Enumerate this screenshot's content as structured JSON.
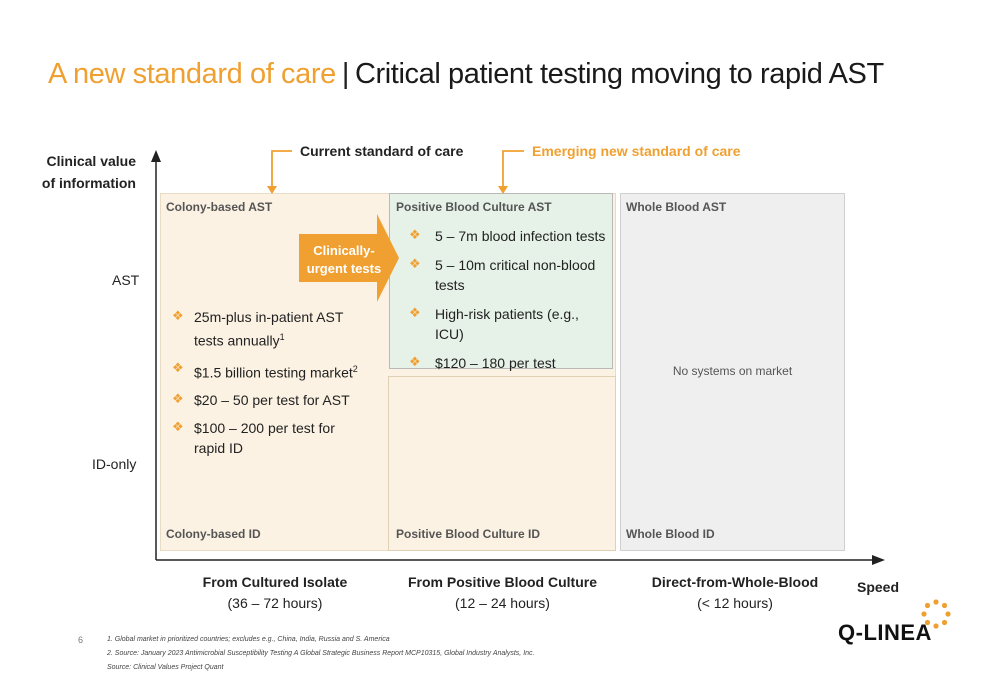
{
  "title": {
    "accent": "A new standard of care",
    "separator": "|",
    "main": "Critical patient testing moving to rapid AST"
  },
  "axes": {
    "y_label_line1": "Clinical value",
    "y_label_line2": "of information",
    "y_tick_ast": "AST",
    "y_tick_id": "ID-only",
    "x_label": "Speed"
  },
  "callouts": {
    "current": "Current standard of care",
    "emerging": "Emerging new standard of care"
  },
  "colony": {
    "label_top": "Colony-based AST",
    "label_bottom": "Colony-based ID",
    "bullets": [
      {
        "text": "25m-plus in-patient AST tests annually",
        "sup": "1"
      },
      {
        "text": "$1.5 billion testing market",
        "sup": "2"
      },
      {
        "text": "$20 – 50 per test for AST",
        "sup": ""
      },
      {
        "text": "$100 – 200 per test for rapid ID",
        "sup": ""
      }
    ]
  },
  "pbc": {
    "label_top": "Positive Blood Culture AST",
    "label_bottom": "Positive Blood Culture ID",
    "bullets": [
      "5 – 7m blood infection tests",
      "5 – 10m critical non-blood tests",
      "High-risk patients (e.g., ICU)",
      "$120 – 180 per test"
    ]
  },
  "whole_blood": {
    "label_top": "Whole Blood AST",
    "label_bottom": "Whole Blood ID",
    "center_text": "No systems on market"
  },
  "urgent": {
    "line1": "Clinically-",
    "line2": "urgent tests"
  },
  "x_categories": [
    {
      "name": "From Cultured Isolate",
      "time": "(36 – 72 hours)"
    },
    {
      "name": "From Positive Blood Culture",
      "time": "(12 – 24 hours)"
    },
    {
      "name": "Direct-from-Whole-Blood",
      "time": "(< 12 hours)"
    }
  ],
  "footer": {
    "page_number": "6",
    "note1": "1. Global market in prioritized countries; excludes e.g., China, India, Russia and S. America",
    "note2": "2. Source: January 2023 Antimicrobial Susceptibility Testing A Global Strategic Business Report MCP10315, Global Industry Analysts, Inc.",
    "note3": "Source: Clinical Values Project Quant",
    "logo": "Q-LINEA"
  },
  "colors": {
    "accent": "#f0a030",
    "colony_fill": "#fbf2e3",
    "pbc_fill": "#e6f1e8",
    "whole_fill": "#efefef"
  }
}
